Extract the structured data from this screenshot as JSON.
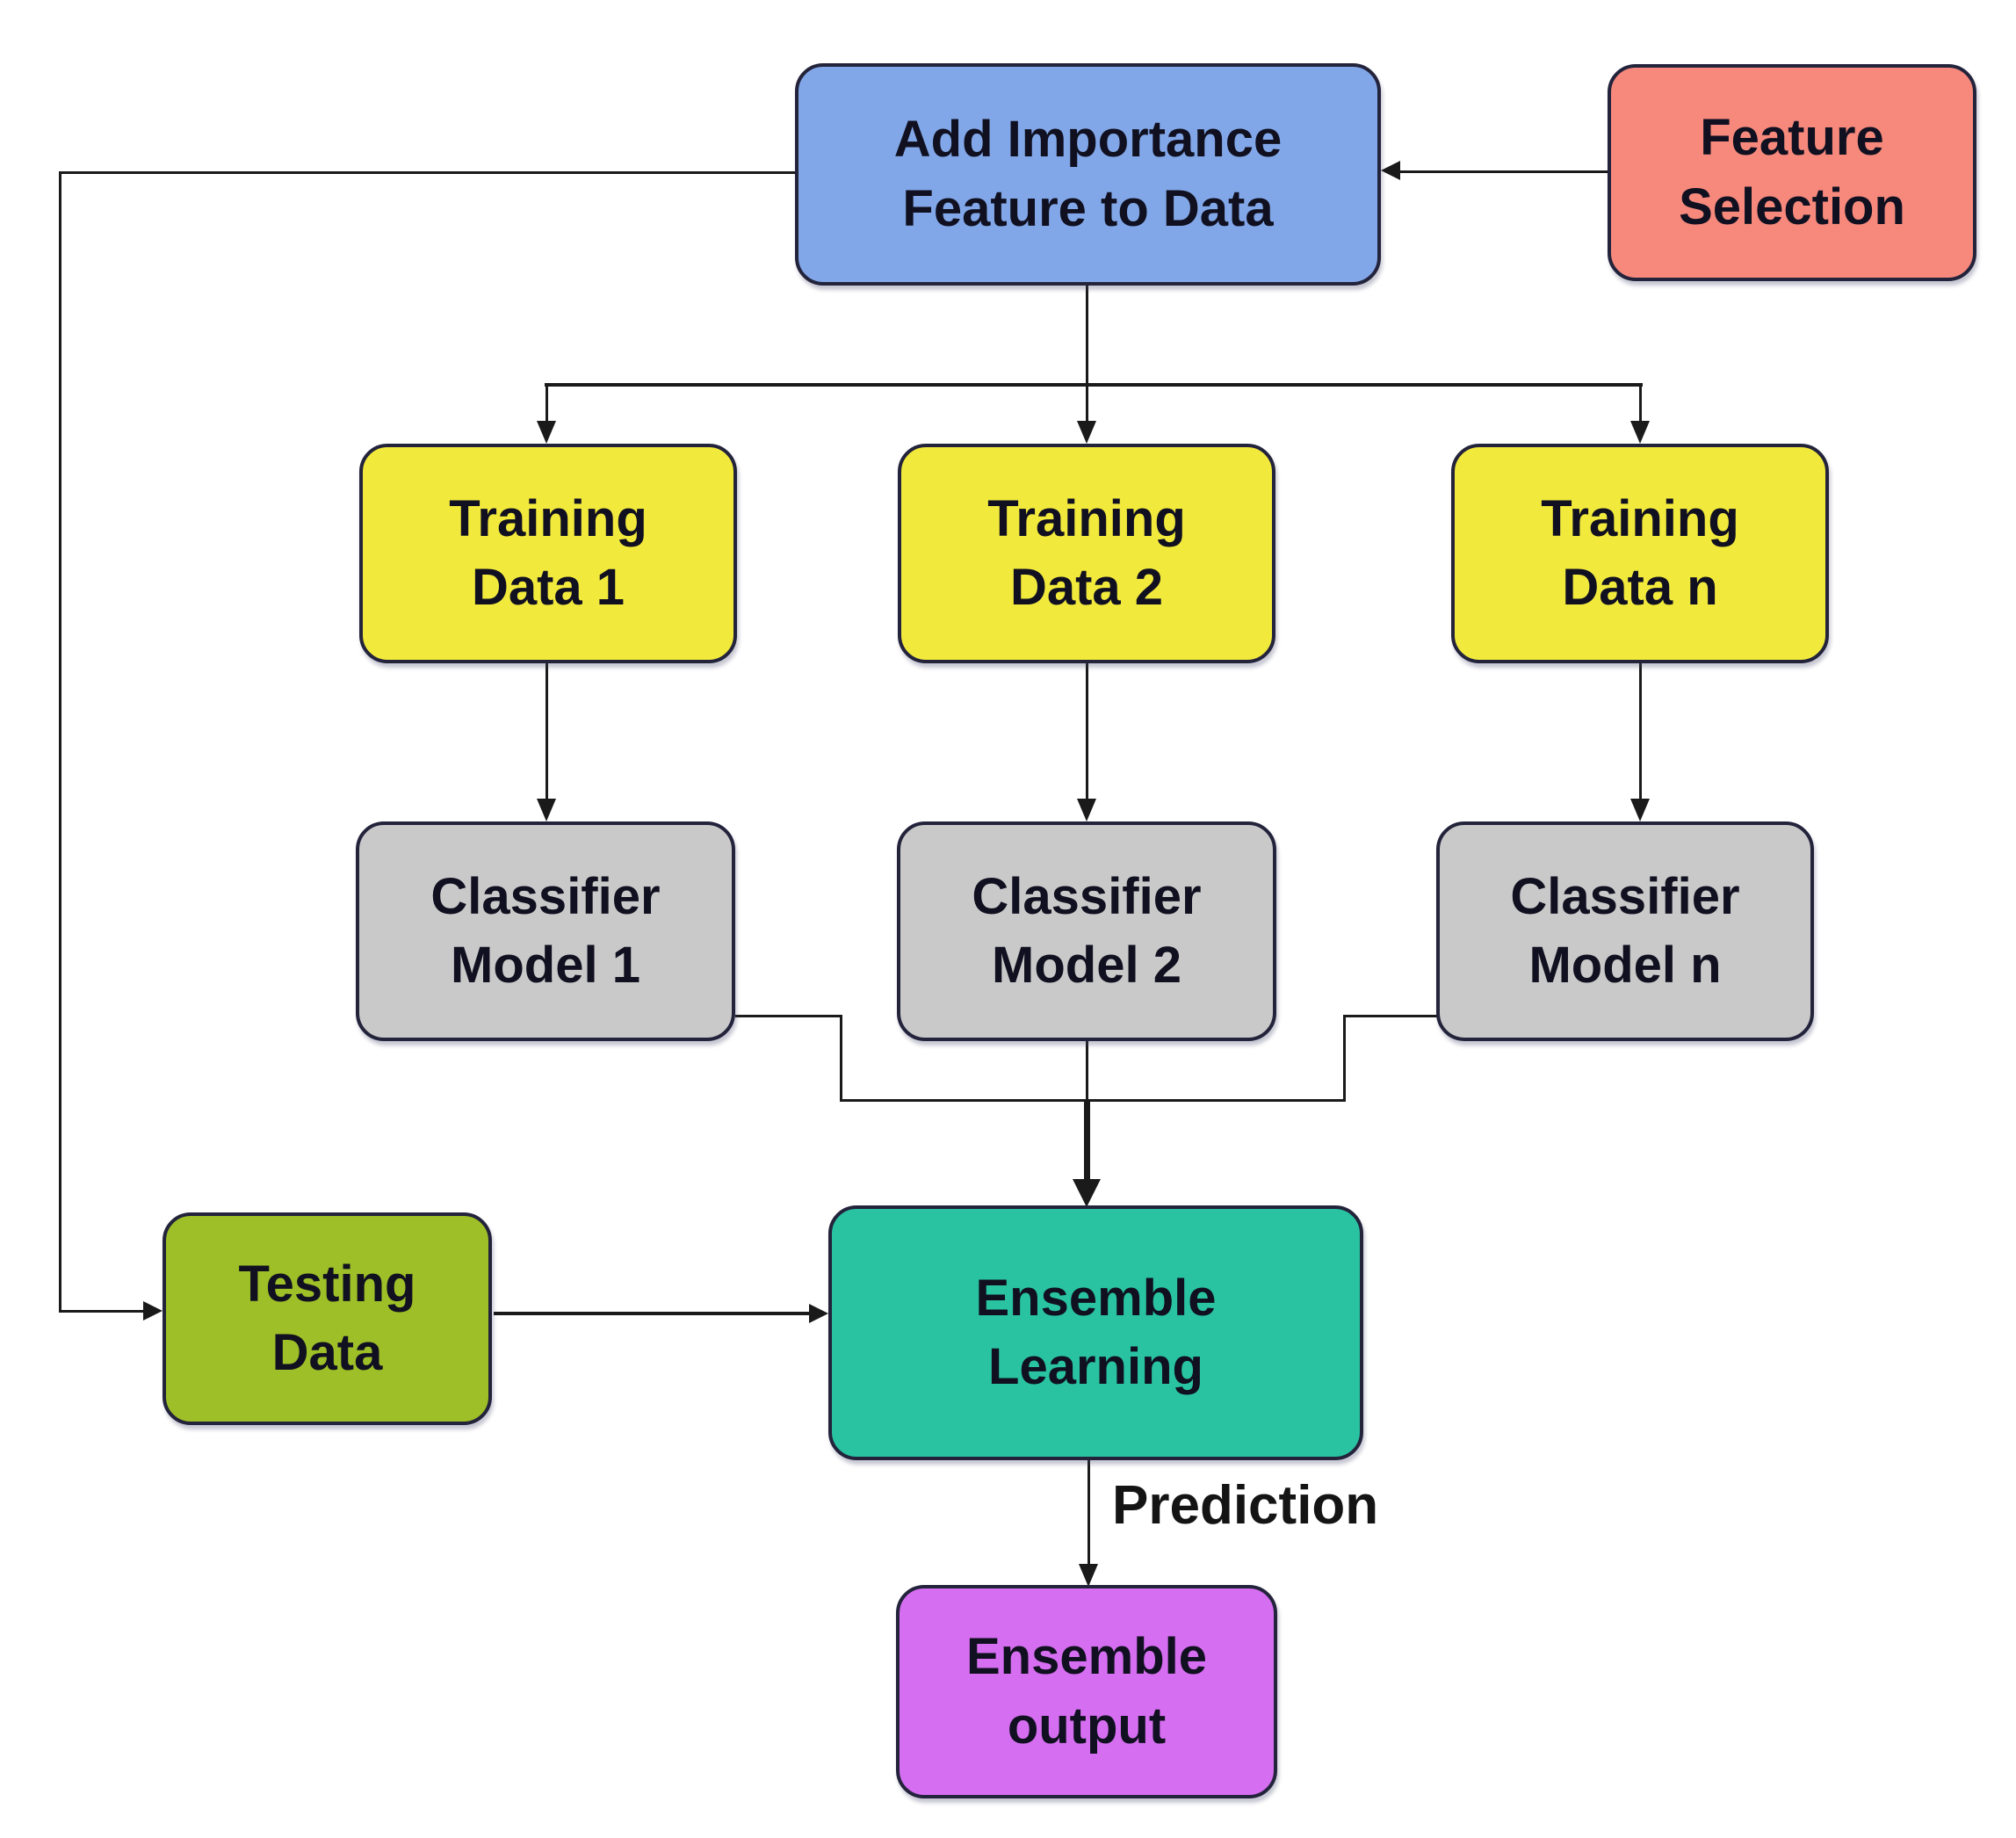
{
  "diagram": {
    "type": "flowchart",
    "background_color": "#ffffff",
    "line_color": "#1a1a1a",
    "border_color": "#23233c",
    "text_color": "#101020",
    "nodes": {
      "add_importance": {
        "line1": "Add Importance",
        "line2": "Feature to Data",
        "fill": "#82a7e8"
      },
      "feature_selection": {
        "line1": "Feature",
        "line2": "Selection",
        "fill": "#f6897c"
      },
      "training_data_1": {
        "line1": "Training",
        "line2": "Data 1",
        "fill": "#f2e93d"
      },
      "training_data_2": {
        "line1": "Training",
        "line2": "Data 2",
        "fill": "#f2e93d"
      },
      "training_data_n": {
        "line1": "Training",
        "line2": "Data n",
        "fill": "#f2e93d"
      },
      "classifier_model_1": {
        "line1": "Classifier",
        "line2": "Model 1",
        "fill": "#c9c9c9"
      },
      "classifier_model_2": {
        "line1": "Classifier",
        "line2": "Model 2",
        "fill": "#c9c9c9"
      },
      "classifier_model_n": {
        "line1": "Classifier",
        "line2": "Model n",
        "fill": "#c9c9c9"
      },
      "testing_data": {
        "line1": "Testing",
        "line2": "Data",
        "fill": "#9ebf27"
      },
      "ensemble_learning": {
        "line1": "Ensemble",
        "line2": "Learning",
        "fill": "#29c3a2"
      },
      "ensemble_output": {
        "line1": "Ensemble",
        "line2": "output",
        "fill": "#d56ef0"
      }
    },
    "edge_labels": {
      "prediction": "Prediction"
    },
    "edges": [
      "feature_selection -> add_importance",
      "add_importance -> training_data_1",
      "add_importance -> training_data_2",
      "add_importance -> training_data_n",
      "add_importance -> testing_data (feedback line, left side)",
      "training_data_1 -> classifier_model_1",
      "training_data_2 -> classifier_model_2",
      "training_data_n -> classifier_model_n",
      "classifier_model_1 -> ensemble_learning (merge)",
      "classifier_model_2 -> ensemble_learning (merge)",
      "classifier_model_n -> ensemble_learning (merge)",
      "testing_data -> ensemble_learning",
      "ensemble_learning -> ensemble_output (label: Prediction)"
    ]
  }
}
